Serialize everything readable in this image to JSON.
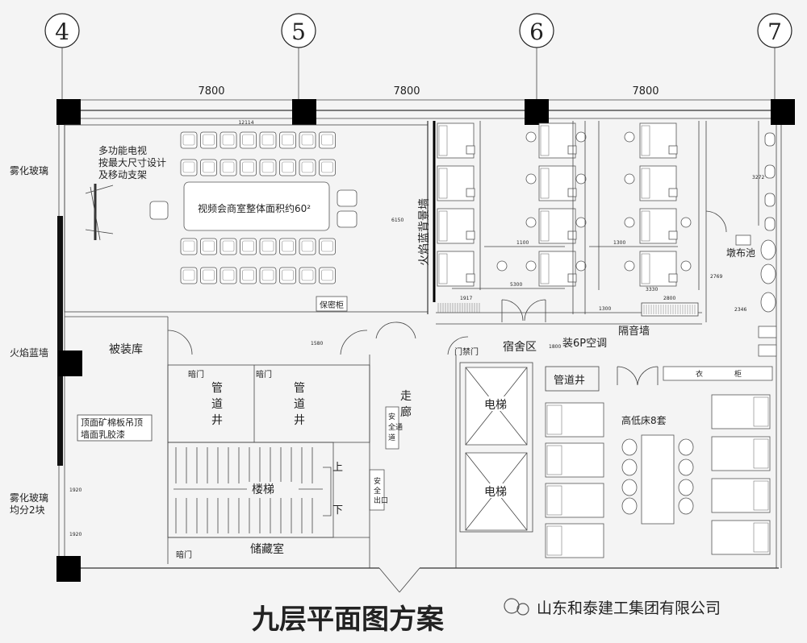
{
  "axes": {
    "labels": [
      "4",
      "5",
      "6",
      "7"
    ],
    "dimensions": [
      "7800",
      "7800",
      "7800"
    ]
  },
  "title": "九层平面图方案",
  "watermark": "山东和泰建工集团有限公司",
  "left_labels": {
    "fog_glass_top": "雾化玻璃",
    "flame_blue_wall": "火焰蓝墙",
    "fog_glass_bottom_1": "雾化玻璃",
    "fog_glass_bottom_2": "均分2块"
  },
  "meeting_room": {
    "tv_note_1": "多功能电视",
    "tv_note_2": "按最大尺寸设计",
    "tv_note_3": "及移动支架",
    "area_note": "视频会商室整体面积约60²",
    "cabinet": "保密柜",
    "top_dim": "12114"
  },
  "rooms": {
    "bedding_store": "被装库",
    "ceiling_note_1": "顶面矿棉板吊顶",
    "ceiling_note_2": "墙面乳胶漆",
    "hidden_door_1": "暗门",
    "hidden_door_2": "暗门",
    "hidden_door_3": "暗门",
    "pipe_shaft_1": "管道井",
    "pipe_shaft_2": "管道井",
    "pipe_shaft_3": "管道井",
    "stairs": "楼梯",
    "up": "上",
    "down": "下",
    "storage": "储藏室",
    "corridor": "走廊",
    "safe_passage": "安全通道",
    "safe_exit": "安全出口",
    "elevator_1": "电梯",
    "elevator_2": "电梯",
    "access_door": "门禁门",
    "dorm_area": "宿舍区",
    "ac_note": "装6P空调",
    "soundproof_wall": "隔音墙",
    "flame_blue_back_wall": "火焰蓝背景墙",
    "mop_pool": "墩布池",
    "wardrobe": "衣柜",
    "beds_note": "高低床8套"
  },
  "dims": {
    "d1580": "1580",
    "d6150": "6150",
    "d1100": "1100",
    "d1300": "1300",
    "d5300": "5300",
    "d3330": "3330",
    "d1917": "1917",
    "d2800": "2800",
    "d2769": "2769",
    "d2346": "2346",
    "d3272": "3272",
    "d1300b": "1300",
    "d1800": "1800",
    "d1920a": "1920",
    "d1920b": "1920"
  }
}
